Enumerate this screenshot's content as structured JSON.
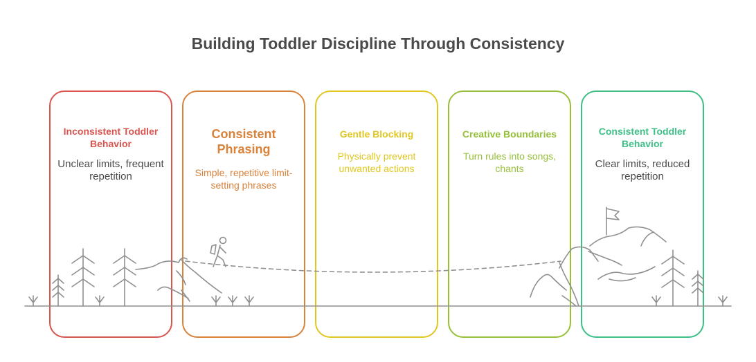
{
  "title": "Building Toddler Discipline Through Consistency",
  "colors": {
    "red": "#d9534f",
    "orange": "#d9823a",
    "yellow": "#e0c722",
    "lime": "#96c03a",
    "green": "#3dbf86",
    "text_dark": "#4a4a4a",
    "scene_gray": "#8f8f8f"
  },
  "stages": [
    {
      "title": "Inconsistent Toddler Behavior",
      "description": "Unclear limits, frequent repetition"
    },
    {
      "title": "Consistent Phrasing",
      "description": "Simple, repetitive limit-setting phrases"
    },
    {
      "title": "Gentle Blocking",
      "description": "Physically prevent unwanted actions"
    },
    {
      "title": "Creative Boundaries",
      "description": "Turn rules into songs, chants"
    },
    {
      "title": "Consistent Toddler Behavior",
      "description": "Clear limits, reduced repetition"
    }
  ],
  "icons": [
    "hiker-icon",
    "flag-icon",
    "tree-icon",
    "mountain-icon"
  ]
}
